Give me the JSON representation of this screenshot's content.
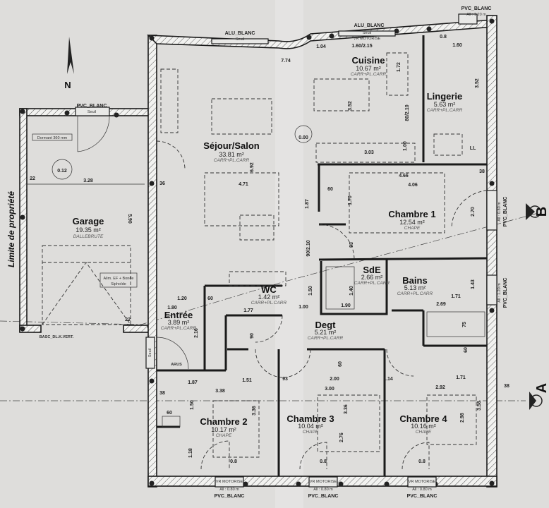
{
  "plan": {
    "north_label": "N",
    "property_limit": "Limite de propriété",
    "section_a": "A",
    "section_b": "B"
  },
  "rooms": [
    {
      "name": "Garage",
      "area": "19.35 m²",
      "finish": "DALLEBRUTE"
    },
    {
      "name": "Séjour/Salon",
      "area": "33.81 m²",
      "finish": "CARR+PL.CARR"
    },
    {
      "name": "Cuisine",
      "area": "10.67 m²",
      "finish": "CARR+PL.CARR"
    },
    {
      "name": "Lingerie",
      "area": "5.63 m²",
      "finish": "CARR+PL.CARR"
    },
    {
      "name": "Chambre 1",
      "area": "12.54 m²",
      "finish": "CHAPE"
    },
    {
      "name": "SdE",
      "area": "2.66 m²",
      "finish": "CARR+PL.CARR"
    },
    {
      "name": "Bains",
      "area": "5.13 m²",
      "finish": "CARR+PL.CARR"
    },
    {
      "name": "WC",
      "area": "1.42 m²",
      "finish": "CARR+PL.CARR"
    },
    {
      "name": "Entrée",
      "area": "3.89 m²",
      "finish": "CARR+PL.CARR"
    },
    {
      "name": "Degt",
      "area": "5.21 m²",
      "finish": "CARR+PL.CARR"
    },
    {
      "name": "Chambre 2",
      "area": "10.17 m²",
      "finish": "CHAPE"
    },
    {
      "name": "Chambre 3",
      "area": "10.04 m²",
      "finish": "CHAPE"
    },
    {
      "name": "Chambre 4",
      "area": "10.16 m²",
      "finish": "CHAPE"
    }
  ],
  "annotations": {
    "pvc_blanc": "PVC_BLANC",
    "alu_blanc": "ALU_BLANC",
    "seuil": "Seuil",
    "vr_motorise": "VR MOTORISE",
    "allege_080": "All : 0.80 m",
    "allege_120": "All : 1.20 m",
    "dormant": "Dormant 360 mm",
    "alim": "Alim. EF + Bonde",
    "siphoide": "Siphoïde",
    "garage_door": "BASC_DL.K.VERT.",
    "arus": "ARUS",
    "level_garage": "0.12",
    "level_house": "0.00",
    "ll": "LL",
    "window_08": "0.8"
  },
  "dimensions": [
    "3.28",
    "5.90",
    "7.74",
    "1.04",
    "1.60/2.15",
    "1.60",
    "0.8",
    "1.72",
    "3.52",
    "3.52",
    "80/2.10",
    "1.00",
    "3.03",
    "6.92",
    "4.71",
    "4.66",
    "4.06",
    "60",
    "1.70",
    "1.87",
    "2.70",
    "90/2.10",
    "93",
    "1.50",
    "1.40",
    "1.43",
    "1.71",
    "2.69",
    "1.90",
    "1.00",
    "1.20",
    "60",
    "1.80",
    "1.77",
    "2.16",
    "90",
    "75",
    "60",
    "60",
    "1.87",
    "1.51",
    "93",
    "2.00",
    "1.14",
    "1.71",
    "3.38",
    "3.00",
    "2.92",
    "38",
    "38",
    "1.50",
    "60",
    "3.36",
    "2.76",
    "3.36",
    "2.98",
    "3.58",
    "1.18",
    "38",
    "36",
    "22",
    "22"
  ]
}
